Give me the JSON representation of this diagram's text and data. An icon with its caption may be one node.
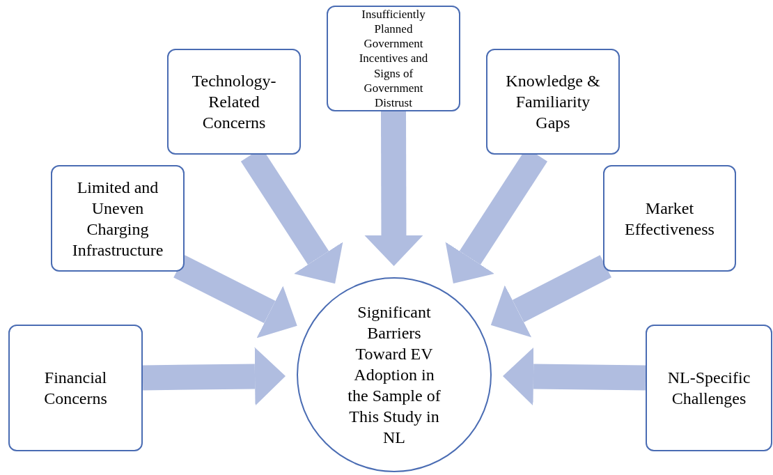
{
  "diagram": {
    "nodes": [
      {
        "text": [
          "Financial Concerns"
        ]
      },
      {
        "text": [
          "Limited and Uneven Charging Infrastructure"
        ]
      },
      {
        "text": [
          "Technology-Related Concerns"
        ]
      },
      {
        "text": [
          "Insufficiently Planned Government Incentives and Signs of Government Distrust"
        ]
      },
      {
        "text": [
          "Knowledge & Familiarity Gaps"
        ]
      },
      {
        "text": [
          "Market Effectiveness"
        ]
      },
      {
        "text": [
          "NL-Specific Challenges"
        ]
      },
      {
        "text": [
          "Significant Barriers Toward EV Adoption in the Sample of This Study in NL"
        ]
      }
    ],
    "edges": [
      {
        "from": 0,
        "to": 7,
        "arrow": "to"
      },
      {
        "from": 1,
        "to": 7,
        "arrow": "to"
      },
      {
        "from": 2,
        "to": 7,
        "arrow": "to"
      },
      {
        "from": 3,
        "to": 7,
        "arrow": "to"
      },
      {
        "from": 4,
        "to": 7,
        "arrow": "to"
      },
      {
        "from": 5,
        "to": 7,
        "arrow": "to"
      },
      {
        "from": 6,
        "to": 7,
        "arrow": "to"
      }
    ]
  }
}
